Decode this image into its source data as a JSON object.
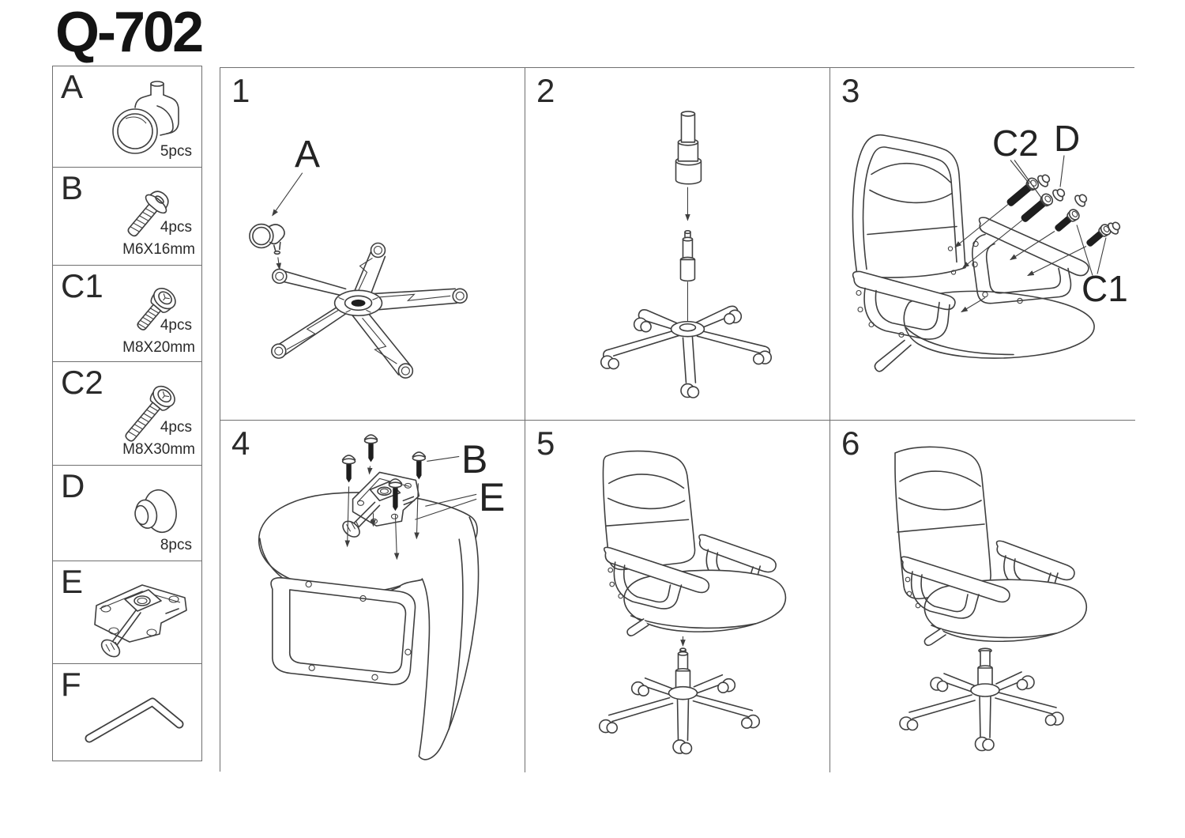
{
  "doc": {
    "title": "Q-702"
  },
  "colors": {
    "line": "#3f3f3f",
    "border": "#6f6f6f",
    "text": "#262626",
    "bolt_fill": "#1e1e1e",
    "background": "#ffffff"
  },
  "parts": [
    {
      "label": "A",
      "qty": "5pcs",
      "spec": "",
      "icon": "caster-icon"
    },
    {
      "label": "B",
      "qty": "4pcs",
      "spec": "M6X16mm",
      "icon": "flange-screw-icon"
    },
    {
      "label": "C1",
      "qty": "4pcs",
      "spec": "M8X20mm",
      "icon": "socket-bolt-short-icon"
    },
    {
      "label": "C2",
      "qty": "4pcs",
      "spec": "M8X30mm",
      "icon": "socket-bolt-long-icon"
    },
    {
      "label": "D",
      "qty": "8pcs",
      "spec": "",
      "icon": "cover-cap-icon"
    },
    {
      "label": "E",
      "qty": "",
      "spec": "",
      "icon": "tilt-mechanism-icon"
    },
    {
      "label": "F",
      "qty": "",
      "spec": "",
      "icon": "allen-key-icon"
    }
  ],
  "steps": [
    {
      "num": "1",
      "callouts": {
        "a": "A"
      }
    },
    {
      "num": "2",
      "callouts": {}
    },
    {
      "num": "3",
      "callouts": {
        "c2": "C2",
        "d": "D",
        "c1": "C1"
      }
    },
    {
      "num": "4",
      "callouts": {
        "b": "B",
        "e": "E"
      }
    },
    {
      "num": "5",
      "callouts": {}
    },
    {
      "num": "6",
      "callouts": {}
    }
  ]
}
